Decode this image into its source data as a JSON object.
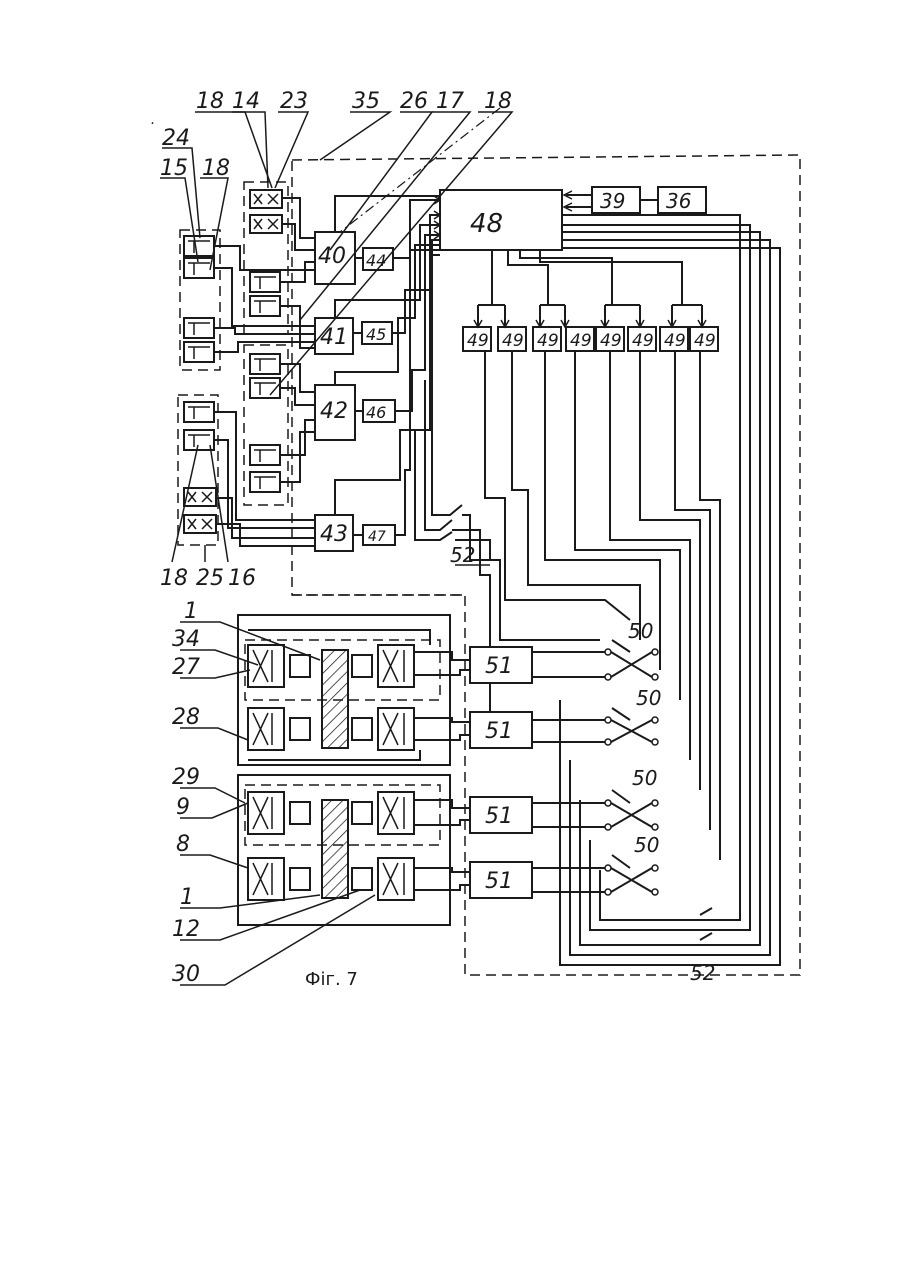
{
  "figure": {
    "caption": "Фіг. 7",
    "blocks": {
      "b48": "48",
      "b39": "39",
      "b36": "36",
      "b40": "40",
      "b41": "41",
      "b42": "42",
      "b43": "43",
      "b44": "44",
      "b45": "45",
      "b46": "46",
      "b47": "47",
      "b49": [
        "49",
        "49",
        "49",
        "49",
        "49",
        "49",
        "49",
        "49"
      ],
      "b51": [
        "51",
        "51",
        "51",
        "51"
      ],
      "b50": [
        "50",
        "50",
        "50",
        "50"
      ]
    },
    "callouts_top": [
      "18",
      "14",
      "23",
      "35",
      "26",
      "17",
      "18"
    ],
    "callouts_left_top": [
      "24",
      "15",
      "18"
    ],
    "callouts_left_mid": [
      "18",
      "25",
      "16"
    ],
    "callouts_left_bottom": [
      "1",
      "34",
      "27",
      "28",
      "29",
      "9",
      "8",
      "1",
      "12",
      "30"
    ],
    "callouts_other": [
      "52",
      "52"
    ]
  }
}
